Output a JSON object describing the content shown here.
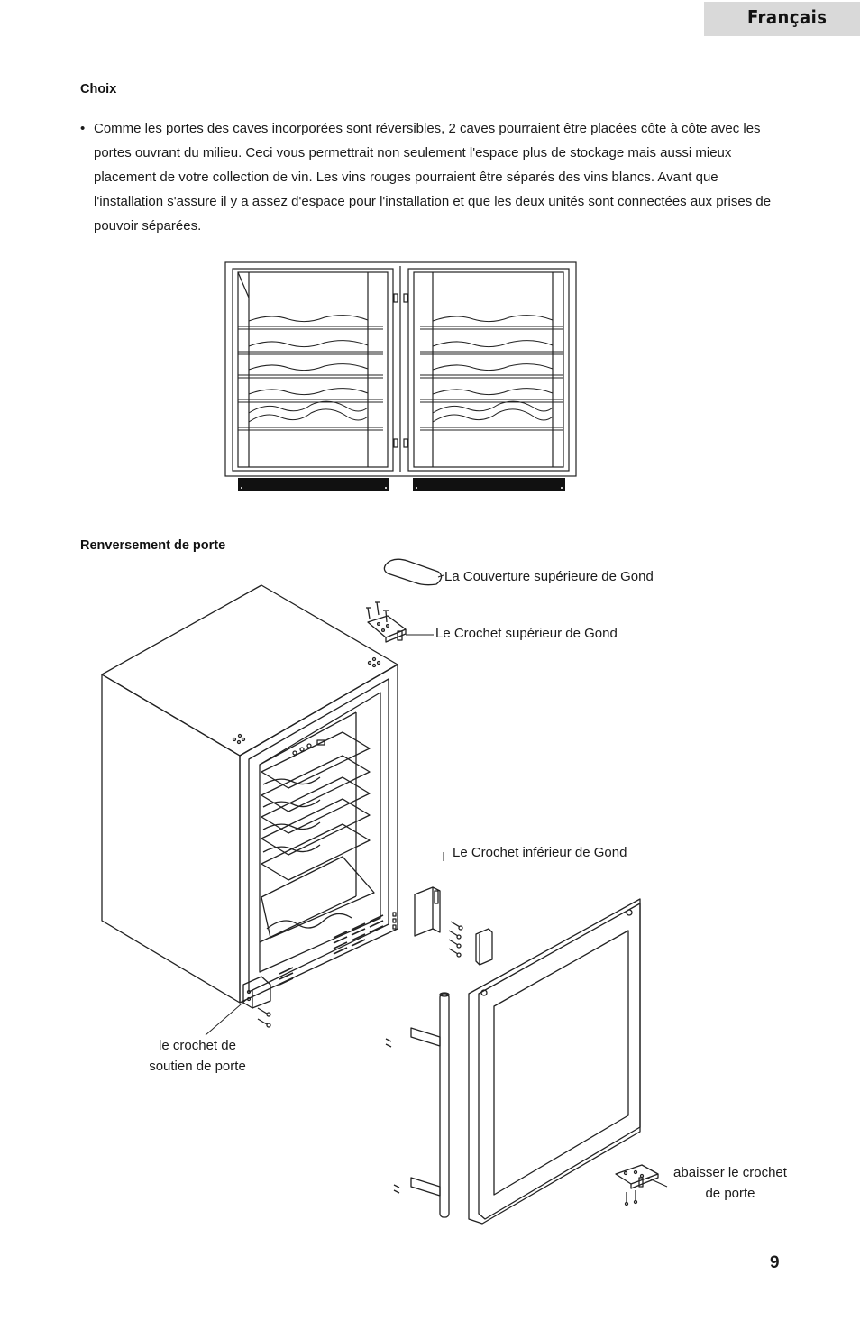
{
  "header": {
    "language_tab": "Français"
  },
  "sections": {
    "choix": {
      "title": "Choix",
      "bullet": "•",
      "paragraph": "Comme les portes des caves incorporées sont réversibles, 2 caves pourraient être placées côte à côte avec les portes ouvrant du milieu. Ceci vous permettrait non seulement l'espace plus de stockage mais aussi mieux placement de votre collection de vin. Les vins rouges pourraient être séparés des vins blancs. Avant que l'installation s'assure il y a assez d'espace pour l'installation et que les deux unités sont connectées aux prises de pouvoir séparées."
    },
    "renversement": {
      "title": "Renversement de porte",
      "labels": {
        "top_cover": "La Couverture supérieure de Gond",
        "top_bracket": "Le Crochet supérieur de Gond",
        "lower_bracket": "Le Crochet inférieur de Gond",
        "door_support_line1": "le crochet de",
        "door_support_line2": "soutien de porte",
        "lower_door_line1": "abaisser le crochet",
        "lower_door_line2": "de porte"
      }
    }
  },
  "footer": {
    "page_number": "9"
  }
}
